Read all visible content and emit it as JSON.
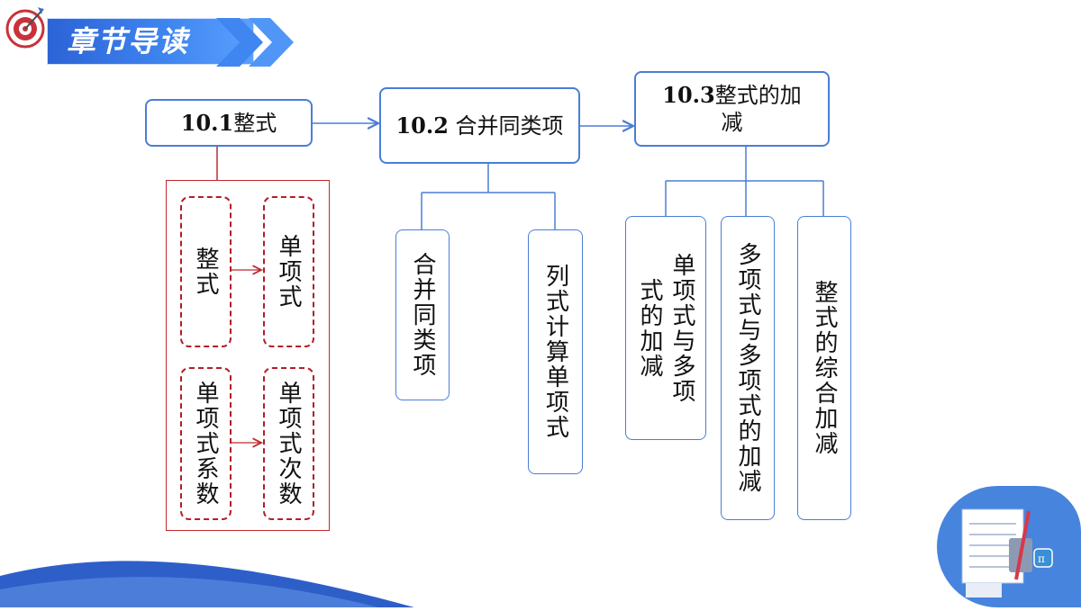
{
  "header": {
    "title": "章节导读",
    "target_icon": "dart-target-icon"
  },
  "colors": {
    "node_border": "#4a7ed6",
    "red_box": "#c0282e",
    "dashed": "#b21e28",
    "banner": "#2c63d6"
  },
  "sections": [
    {
      "prefix": "10.1",
      "title": "整式",
      "red_children": [
        "整式",
        "单项式",
        "单项式系数",
        "单项式次数"
      ]
    },
    {
      "prefix": "10.2",
      "title": " 合并同类项",
      "children": [
        "合并同类项",
        "列式计算单项式"
      ]
    },
    {
      "prefix": "10.3",
      "title": "整式的加减",
      "children": [
        "单项式与多项式的加减",
        "多项式与多项式的加减",
        "整式的综合加减"
      ]
    }
  ]
}
